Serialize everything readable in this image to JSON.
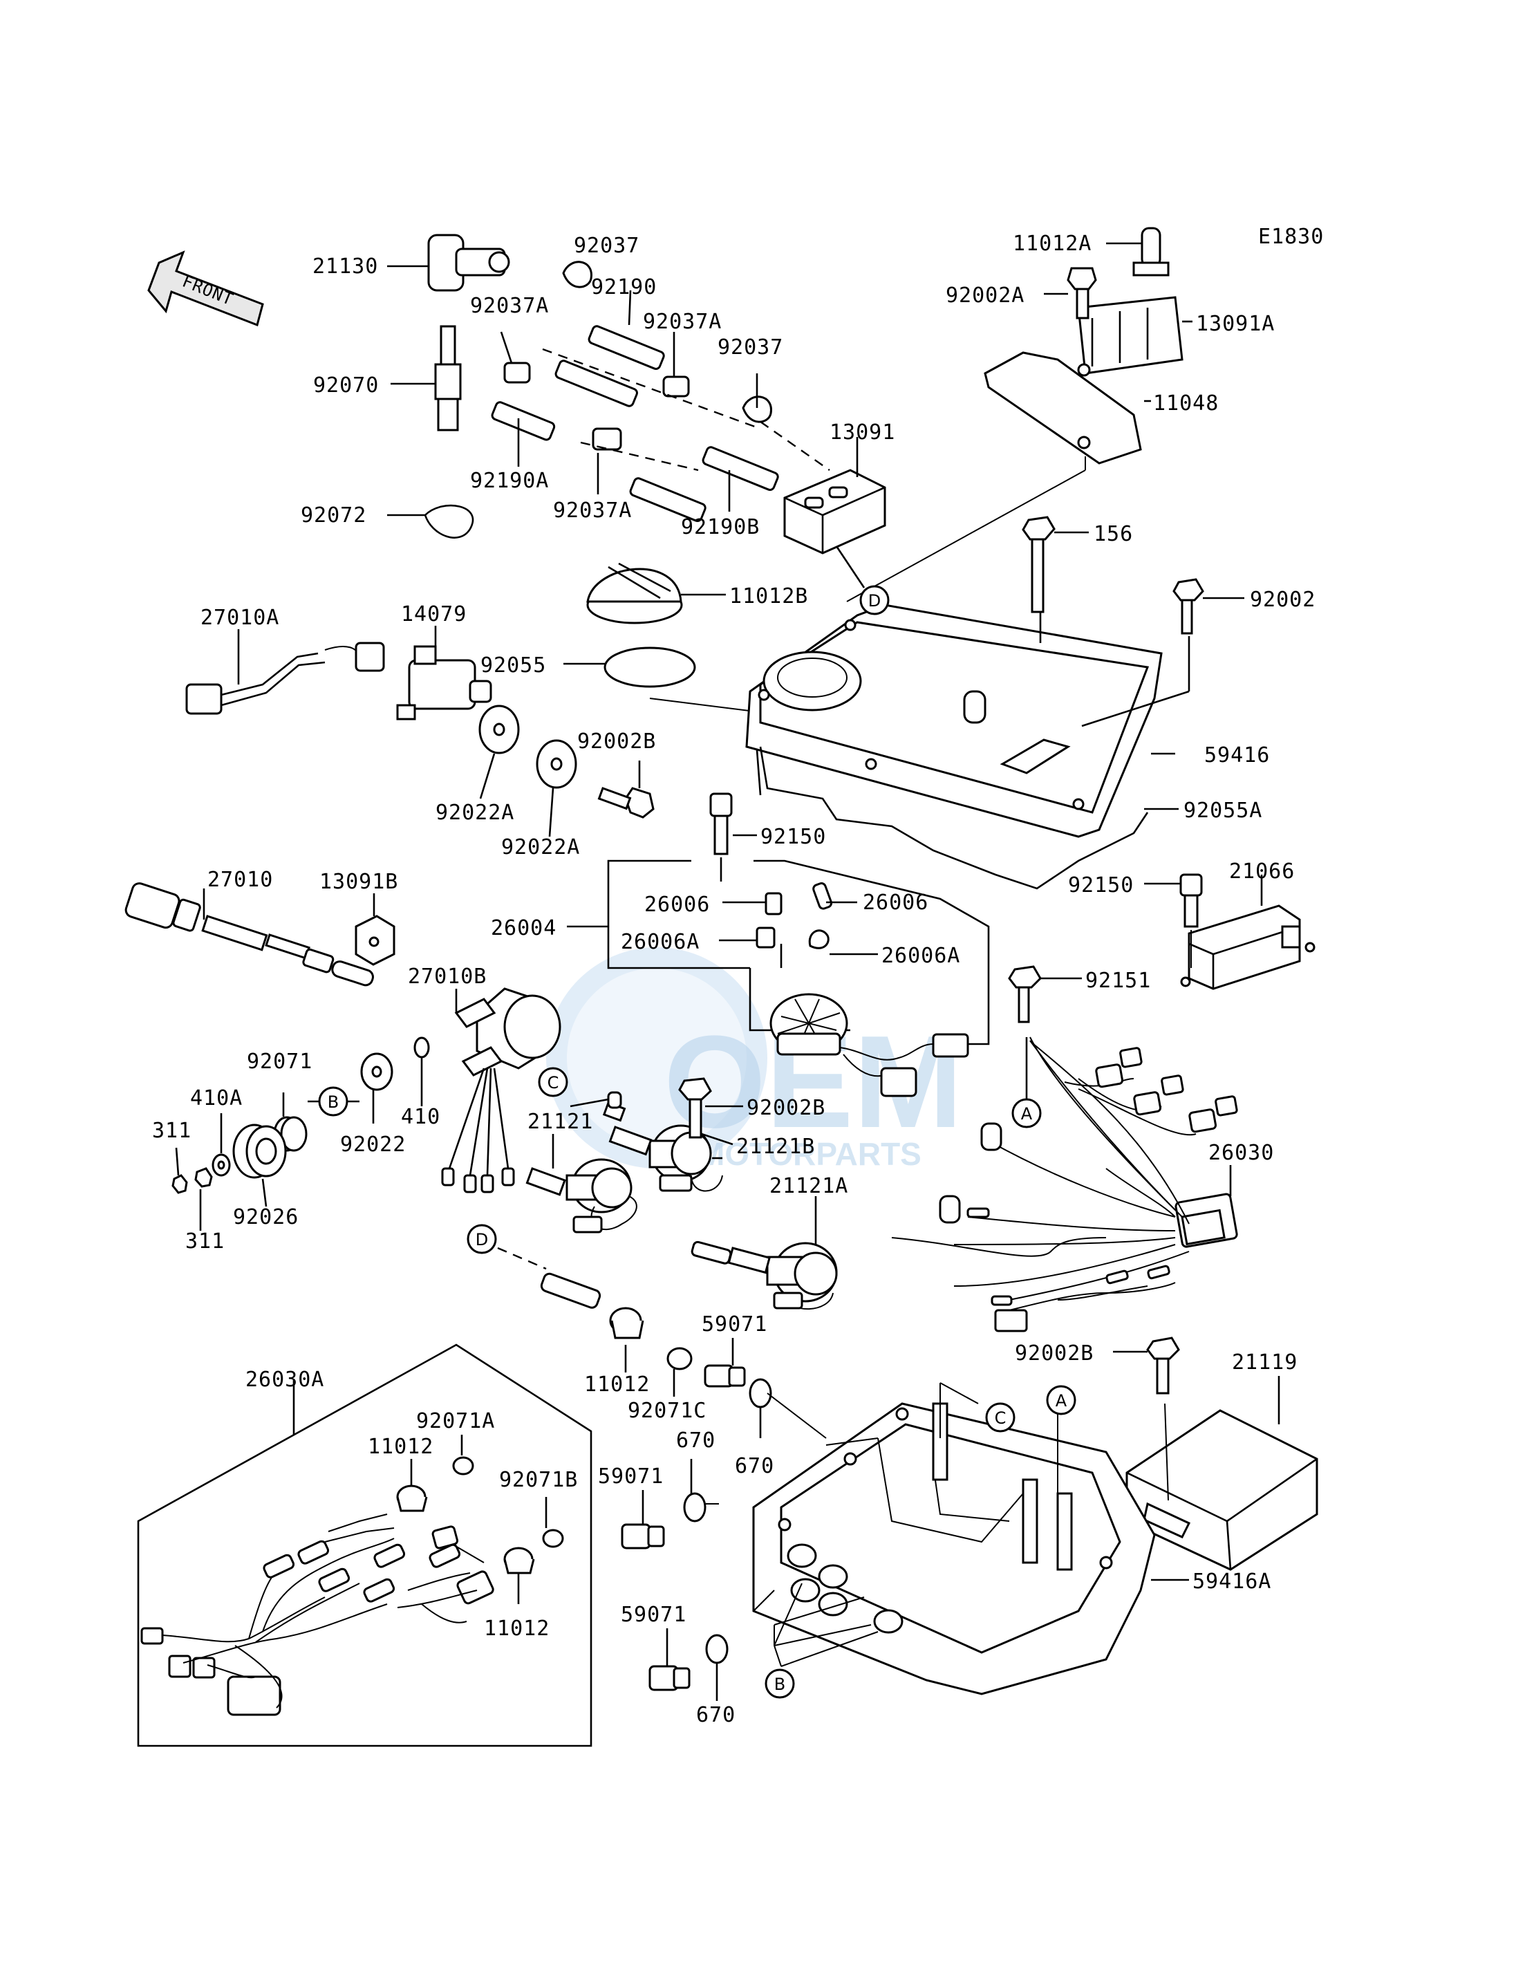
{
  "diagram_code": "E1830",
  "front_label": "FRONT",
  "watermark": {
    "main": "OEM",
    "sub": "MOTORPARTS"
  },
  "callouts": [
    "A",
    "B",
    "C",
    "D"
  ],
  "parts": {
    "p21130": "21130",
    "p92037_top": "92037",
    "p92190": "92190",
    "p92037A_l": "92037A",
    "p92037A_r": "92037A",
    "p92037_r": "92037",
    "p92070": "92070",
    "p13091": "13091",
    "p92190A": "92190A",
    "p92037A_b": "92037A",
    "p92190B": "92190B",
    "p92072": "92072",
    "p11012A": "11012A",
    "p92002A": "92002A",
    "p13091A": "13091A",
    "p11048": "11048",
    "p156": "156",
    "p92002": "92002",
    "p11012B": "11012B",
    "p27010A": "27010A",
    "p14079": "14079",
    "p92055": "92055",
    "p92002B_top": "92002B",
    "p59416": "59416",
    "p92055A": "92055A",
    "p92022A_1": "92022A",
    "p92022A_2": "92022A",
    "p92150_c": "92150",
    "p27010": "27010",
    "p13091B": "13091B",
    "p26006_l": "26006",
    "p26006_r": "26006",
    "p26004": "26004",
    "p26006A_l": "26006A",
    "p26006A_r": "26006A",
    "p92150_r": "92150",
    "p21066": "21066",
    "p92151": "92151",
    "p27010B": "27010B",
    "p92071": "92071",
    "p410A": "410A",
    "p410": "410",
    "p92022": "92022",
    "p311_a": "311",
    "p311_b": "311",
    "p92026": "92026",
    "p21121": "21121",
    "p92002B_mid": "92002B",
    "p21121B": "21121B",
    "p21121A": "21121A",
    "p26030": "26030",
    "p59071_top": "59071",
    "p11012_mid": "11012",
    "p92071C": "92071C",
    "p92002B_bot": "92002B",
    "p21119": "21119",
    "p26030A": "26030A",
    "p92071A": "92071A",
    "p11012_box1": "11012",
    "p92071B": "92071B",
    "p11012_box2": "11012",
    "p670_a": "670",
    "p670_b": "670",
    "p59071_mid": "59071",
    "p59071_bot": "59071",
    "p670_c": "670",
    "p59416A": "59416A"
  }
}
